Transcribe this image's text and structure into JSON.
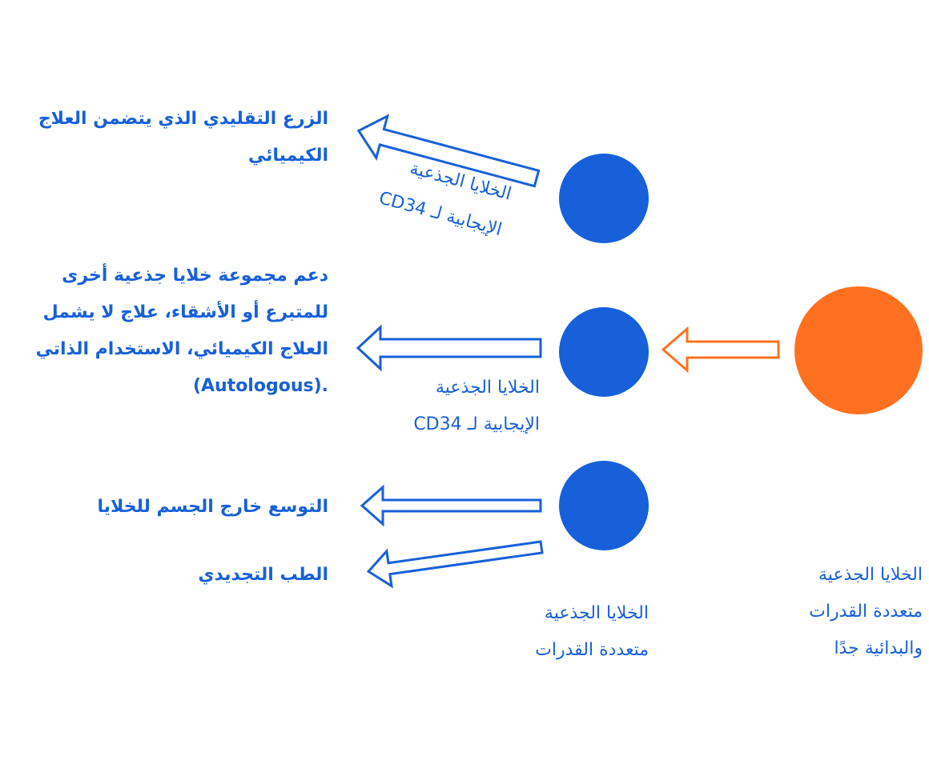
{
  "colors": {
    "blue": "#1760da",
    "orange": "#ff7120",
    "background": "#ffffff"
  },
  "source": {
    "label_lines": [
      "الخلايا الجذعية",
      "متعددة القدرات",
      "والبدائية جدًا"
    ]
  },
  "middle": {
    "label_lines": [
      "الخلايا الجذعية",
      "متعددة القدرات"
    ]
  },
  "branches": {
    "top": {
      "arrow_label_lines": [
        "الخلايا الجذعية",
        "الإيجابية لـ CD34"
      ],
      "outcome_lines": [
        "الزرع التقليدي الذي يتضمن العلاج",
        "الكيميائي"
      ]
    },
    "center": {
      "arrow_label_lines": [
        "الخلايا الجذعية",
        "الإيجابية لـ CD34"
      ],
      "outcome_lines": [
        "دعم مجموعة خلايا جذعية أخرى",
        "للمتبرع أو الأشقاء، علاج لا يشمل",
        "العلاج الكيميائي، الاستخدام الذاتي",
        "(Autologous)."
      ]
    },
    "bottom": {
      "outcome_1": "التوسع خارج الجسم للخلايا",
      "outcome_2": "الطب التجديدي"
    }
  }
}
